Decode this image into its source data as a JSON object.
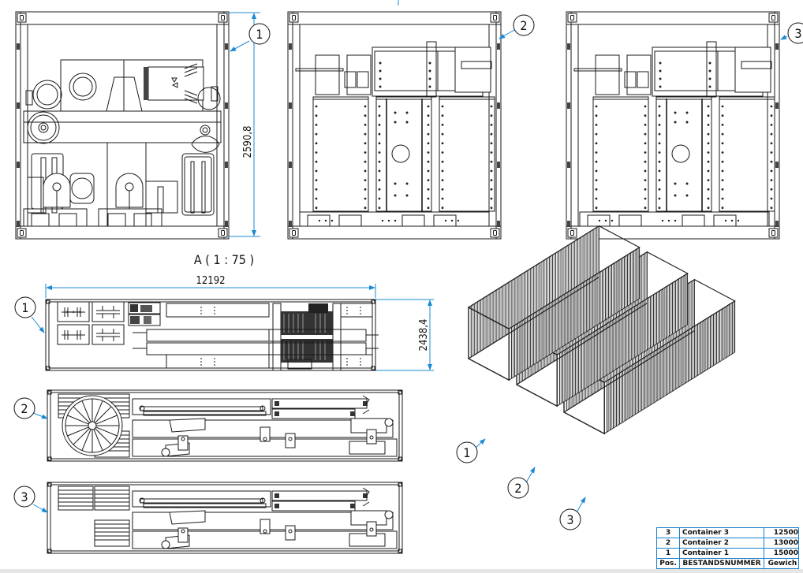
{
  "drawing": {
    "section_label": "A ( 1 : 75 )",
    "dimensions": {
      "height_front": "2590,8",
      "length_top": "12192",
      "width_top": "2438,4"
    },
    "balloons": {
      "front_1": "1",
      "front_2": "2",
      "front_3": "3",
      "top_1": "1",
      "top_2": "2",
      "top_3": "3",
      "iso_1": "1",
      "iso_2": "2",
      "iso_3": "3"
    }
  },
  "parts_list": {
    "headers": {
      "pos": "Pos.",
      "name": "BESTANDSNUMMER",
      "weight": "Gewich"
    },
    "rows": [
      {
        "pos": "3",
        "name": "Container 3",
        "weight": "12500"
      },
      {
        "pos": "2",
        "name": "Container 2",
        "weight": "13000"
      },
      {
        "pos": "1",
        "name": "Container 1",
        "weight": "15000"
      }
    ]
  },
  "colors": {
    "dimension": "#1b8ad3",
    "line": "#1a1a1a",
    "table_border": "#1b7fc9"
  }
}
